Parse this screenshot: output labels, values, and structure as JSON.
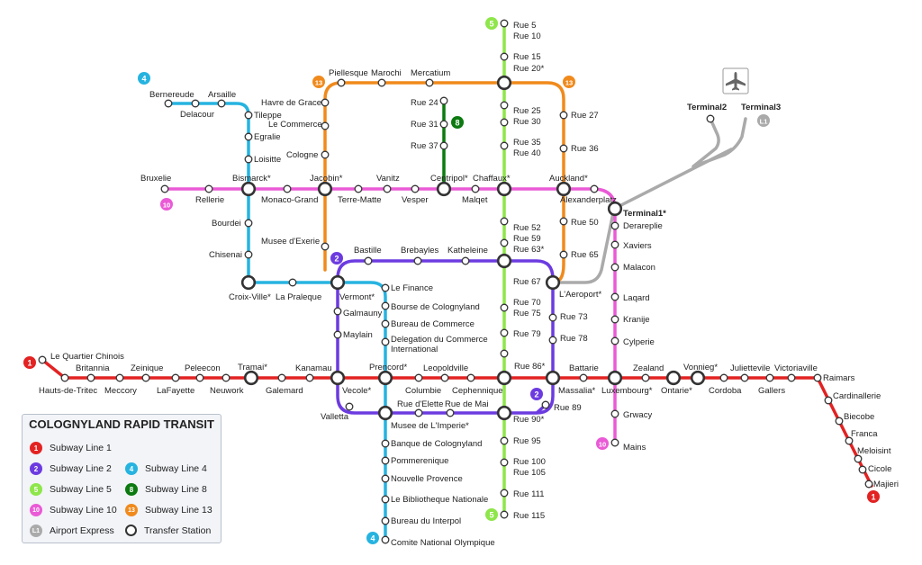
{
  "colors": {
    "line1": "#e32222",
    "line2": "#6c3be0",
    "line4": "#26b3e0",
    "line5": "#8ee64a",
    "line8": "#0c7a10",
    "line10": "#ea5ad6",
    "line13": "#f08a1c",
    "airport": "#aaaaaa"
  },
  "badges": {
    "line1": "1",
    "line2": "2",
    "line4": "4",
    "line5": "5",
    "line8": "8",
    "line10": "10",
    "line13": "13",
    "airport": "L1"
  },
  "legend": {
    "title": "COLOGNYLAND RAPID TRANSIT",
    "line1": "Subway Line 1",
    "line2": "Subway Line 2",
    "line4": "Subway Line 4",
    "line5": "Subway Line 5",
    "line8": "Subway Line 8",
    "line10": "Subway Line 10",
    "line13": "Subway Line 13",
    "airport": "Airport Express",
    "transfer": "Transfer Station"
  },
  "stations": {
    "le_quartier_chinois": "Le Quartier Chinois",
    "hauts_de_tritec": "Hauts-de-Tritec",
    "britannia": "Britannia",
    "meccory": "Meccory",
    "zeinique": "Zeinique",
    "lafayette": "LaFayette",
    "peleecon": "Peleecon",
    "neuwork": "Neuwork",
    "tramai": "Tramai*",
    "galemard": "Galemard",
    "kanamau": "Kanamau",
    "vecole": "Vecole*",
    "prencord": "Prencord*",
    "columbie": "Columbie",
    "leopoldville": "Leopoldville",
    "cephennique": "Cephennique",
    "rue86": "Rue 86*",
    "battarie": "Battarie",
    "massalia": "Massalia*",
    "luxembourg": "Luxembourg*",
    "zealand": "Zealand",
    "ontarie": "Ontarie*",
    "vonnieg": "Vonnieg*",
    "cordoba": "Cordoba",
    "juliettevile": "Juliettevile",
    "gallers": "Gallers",
    "victoriaville": "Victoriaville",
    "raimars": "Raimars",
    "cardinallerie": "Cardinallerie",
    "biecobe": "Biecobe",
    "franca": "Franca",
    "meloisint": "Meloisint",
    "cicole": "Cicole",
    "majieri": "Majieri",
    "vermont": "Vermont*",
    "galmauny": "Galmauny",
    "maylain": "Maylain",
    "valletta": "Valletta",
    "rue_delette": "Rue d'Elette",
    "rue_de_mai": "Rue de Mai",
    "rue90": "Rue 90*",
    "rue89": "Rue 89",
    "rue78": "Rue 78",
    "rue73": "Rue 73",
    "laeroport": "L'Aeroport*",
    "rue67": "Rue 67",
    "katheleine": "Katheleine",
    "brebayles": "Brebayles",
    "bastille": "Bastille",
    "bernereude": "Bernereude",
    "delacour": "Delacour",
    "arsaille": "Arsaille",
    "tileppe": "Tileppe",
    "egralie": "Egralie",
    "loisitte": "Loisitte",
    "bismarck": "Bismarck*",
    "bourdei": "Bourdei",
    "chisenai": "Chisenai",
    "croix_ville": "Croix-Ville*",
    "la_praleque": "La Praleque",
    "le_finance": "Le Finance",
    "bourse": "Bourse de Colognyland",
    "bureau_commerce": "Bureau de Commerce",
    "delegation1": "Delegation du Commerce",
    "delegation2": "International",
    "musee_imperie": "Musee de L'Imperie*",
    "banque": "Banque de Colognyland",
    "pommerenique": "Pommerenique",
    "nouvelle_provence": "Nouvelle Provence",
    "bibliotheque": "Le Bibliotheque Nationale",
    "bureau_interpol": "Bureau du Interpol",
    "comite": "Comite National Olympique",
    "rue5": "Rue 5",
    "rue10": "Rue 10",
    "rue15": "Rue 15",
    "rue20": "Rue 20*",
    "rue25": "Rue 25",
    "rue30": "Rue 30",
    "rue35": "Rue 35",
    "rue40": "Rue 40",
    "chaffaux": "Chaffaux*",
    "rue52": "Rue 52",
    "rue59": "Rue 59",
    "rue63": "Rue 63*",
    "rue70": "Rue 70",
    "rue75": "Rue 75",
    "rue79": "Rue 79",
    "rue95": "Rue 95",
    "rue100": "Rue 100",
    "rue105": "Rue 105",
    "rue111": "Rue 111",
    "rue115": "Rue 115",
    "rue24": "Rue 24",
    "rue31": "Rue 31",
    "rue37": "Rue 37",
    "centripol": "Centripol*",
    "bruxelie": "Bruxelie",
    "rellerie": "Rellerie",
    "monaco_grand": "Monaco-Grand",
    "jacobin": "Jacobin*",
    "terre_matte": "Terre-Matte",
    "vanitz": "Vanitz",
    "vesper": "Vesper",
    "malqet": "Malqet",
    "auckland": "Auckland*",
    "alexanderplatz": "Alexanderplatz",
    "terminal1": "Terminal1*",
    "derareplie": "Derareplie",
    "xaviers": "Xaviers",
    "malacon": "Malacon",
    "laqard": "Laqard",
    "kranije": "Kranije",
    "cylperie": "Cylperie",
    "grwacy": "Grwacy",
    "mains": "Mains",
    "piellesque": "Piellesque",
    "marochi": "Marochi",
    "mercatium": "Mercatium",
    "havre_de_grace": "Havre de Grace",
    "le_commerce": "Le Commerce",
    "cologne": "Cologne",
    "musee_exerie": "Musee d'Exerie",
    "rue27": "Rue 27",
    "rue36": "Rue 36",
    "rue50": "Rue 50",
    "rue65": "Rue 65",
    "terminal2": "Terminal2",
    "terminal3": "Terminal3"
  }
}
